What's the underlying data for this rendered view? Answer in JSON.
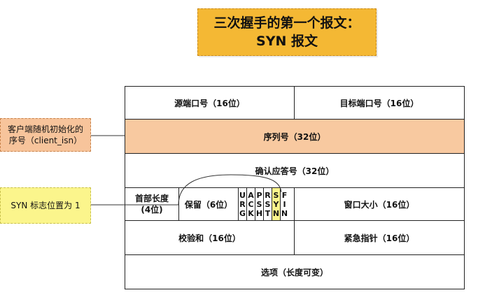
{
  "title": {
    "line1": "三次握手的第一个报文：",
    "line2": "SYN 报文"
  },
  "notes": {
    "isn": {
      "line1": "客户端随机初始化的",
      "line2": "序号（client_isn）"
    },
    "syn": {
      "text": "SYN 标志位置为 1"
    }
  },
  "header": {
    "src_port": "源端口号（16位）",
    "dst_port": "目标端口号（16位）",
    "seq": "序列号（32位）",
    "ack": "确认应答号（32位）",
    "header_len": {
      "line1": "首部长度",
      "line2": "(4位)"
    },
    "reserved": "保留（6位）",
    "flags": [
      [
        "U",
        "R",
        "G"
      ],
      [
        "A",
        "C",
        "K"
      ],
      [
        "P",
        "S",
        "H"
      ],
      [
        "R",
        "S",
        "T"
      ],
      [
        "S",
        "Y",
        "N"
      ],
      [
        "F",
        "I",
        "N"
      ]
    ],
    "window": "窗口大小（16位）",
    "checksum": "校验和（16位）",
    "urgent": "紧急指针（16位）",
    "options": "选项（长度可变）"
  },
  "colors": {
    "title_bg": "#f4b834",
    "seq_bg": "#f8c9a0",
    "syn_bg": "#fbf58c"
  }
}
